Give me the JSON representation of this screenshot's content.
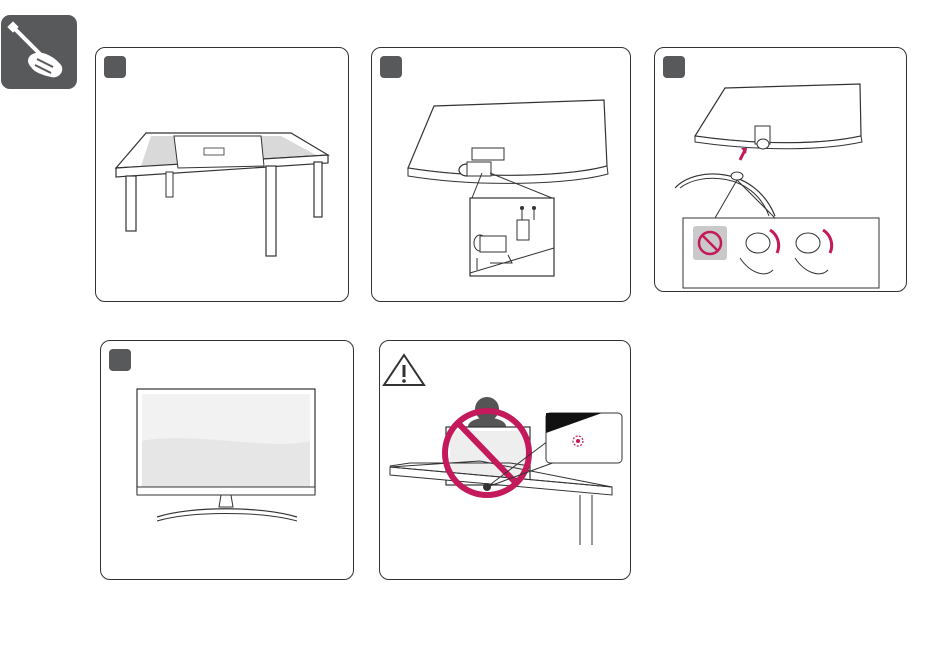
{
  "icons": {
    "tool": "screwdriver-hand-icon",
    "warning": "warning-triangle-icon",
    "prohibited": "prohibited-circle-icon"
  },
  "colors": {
    "badge": "#58595b",
    "line": "#333333",
    "prohibit": "#c4195a",
    "cloth": "#d9d9d9",
    "screen": "#e6e6e6"
  },
  "steps": [
    {
      "id": 1,
      "depicts": "stand-on-cloth-table"
    },
    {
      "id": 2,
      "depicts": "stand-body-attach-screws"
    },
    {
      "id": 3,
      "depicts": "stand-base-attach-turn"
    },
    {
      "id": 4,
      "depicts": "assembled-monitor"
    }
  ],
  "warning": {
    "depicts": "do-not-hold-by-frame"
  }
}
